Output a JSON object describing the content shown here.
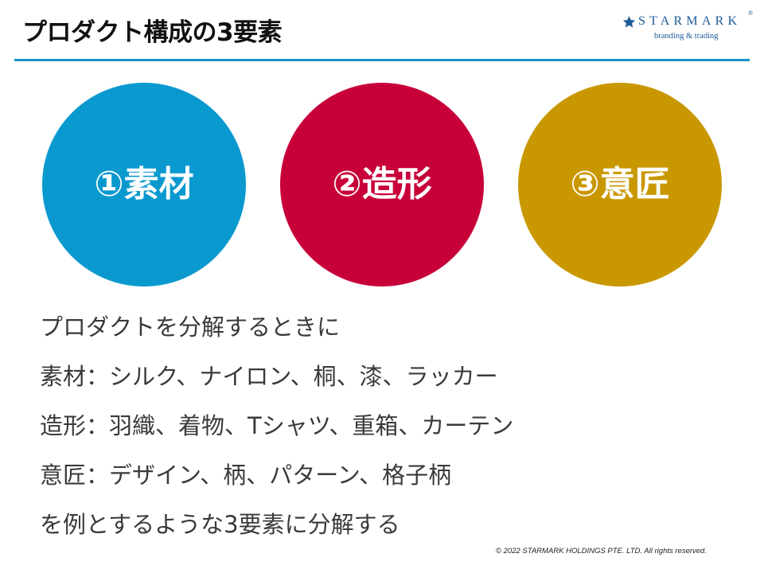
{
  "header": {
    "title": "プロダクト構成の3要素",
    "logo": {
      "icon": "star-icon",
      "name": "STARMARK",
      "registered_mark": "®",
      "tagline": "branding & trading"
    }
  },
  "elements": [
    {
      "label": "①素材",
      "color": "#0a99cf"
    },
    {
      "label": "②造形",
      "color": "#c8003a"
    },
    {
      "label": "③意匠",
      "color": "#c99800"
    }
  ],
  "body": {
    "lines": [
      "プロダクトを分解するときに",
      "素材：シルク、ナイロン、桐、漆、ラッカー",
      "造形：羽織、着物、Tシャツ、重箱、カーテン",
      "意匠：デザイン、柄、パターン、格子柄",
      "を例とするような3要素に分解する"
    ]
  },
  "footer": {
    "copyright": "© 2022 STARMARK HOLDINGS PTE. LTD. All rights reserved."
  },
  "colors": {
    "accent_line": "#1a96c8",
    "logo": "#1b5a96",
    "title_text": "#111111",
    "body_text": "#3a3a3a",
    "label_text": "#ffffff"
  }
}
